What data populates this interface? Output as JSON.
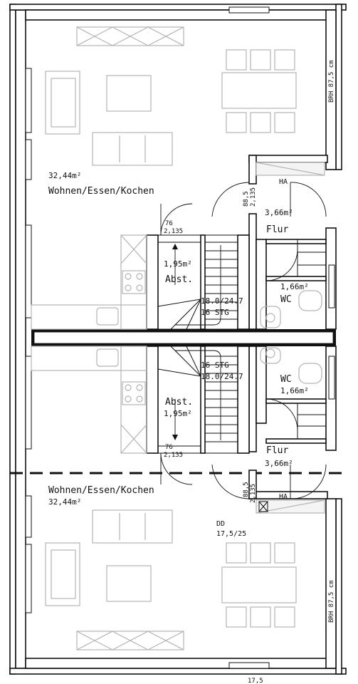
{
  "upper_unit": {
    "living": {
      "area": "32,44m²",
      "name": "Wohnen/Essen/Kochen"
    },
    "hall": {
      "area": "3,66m²",
      "name": "Flur"
    },
    "wc": {
      "area": "1,66m²",
      "name": "WC"
    },
    "storage": {
      "area": "1,95m²",
      "name": "Abst."
    },
    "stairs": {
      "rise_run": "18.0/24.7",
      "steps": "16 STG"
    },
    "door_label": "76\n2,135",
    "entry_door": "88,5\n2,135",
    "ha": "HA",
    "brh": "BRH 87,5 cm"
  },
  "lower_unit": {
    "living": {
      "area": "32,44m²",
      "name": "Wohnen/Essen/Kochen"
    },
    "hall": {
      "area": "3,66m²",
      "name": "Flur"
    },
    "wc": {
      "area": "1,66m²",
      "name": "WC"
    },
    "storage": {
      "area": "1,95m²",
      "name": "Abst."
    },
    "stairs": {
      "rise_run": "18.0/24.7",
      "steps": "16 STG"
    },
    "door_label": "76\n2,135",
    "entry_door": "88,5\n2,135",
    "ha": "HA",
    "roof_window": {
      "code": "DD",
      "size": "17,5/25"
    },
    "brh": "BRH 87,5 cm"
  },
  "bottom_text": "17,5"
}
